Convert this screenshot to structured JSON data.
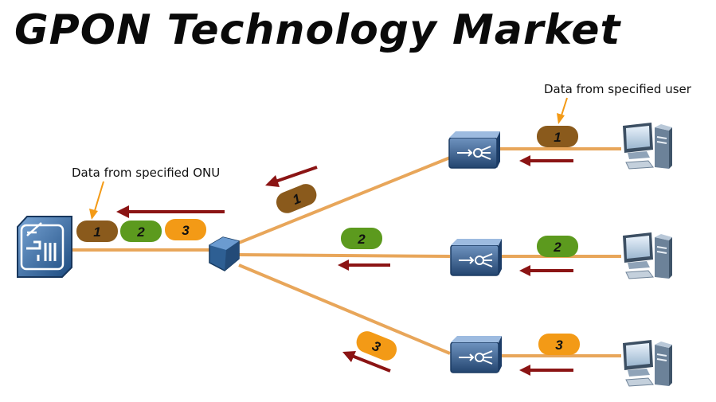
{
  "title": "GPON Technology Market",
  "captions": {
    "onu": "Data from specified ONU",
    "user": "Data from specified user"
  },
  "packets": {
    "p1": "1",
    "p2": "2",
    "p3": "3"
  },
  "colors": {
    "packet_1": "#8a5a1c",
    "packet_2": "#5c9a1e",
    "packet_3": "#f39a16",
    "fiber": "#e8a65a",
    "arrow": "#8b1414",
    "device": "#2f5a8a"
  },
  "icons": {
    "olt": "olt-device-icon",
    "splitter": "optical-splitter-icon",
    "onu": "onu-device-icon",
    "computer": "computer-icon"
  }
}
